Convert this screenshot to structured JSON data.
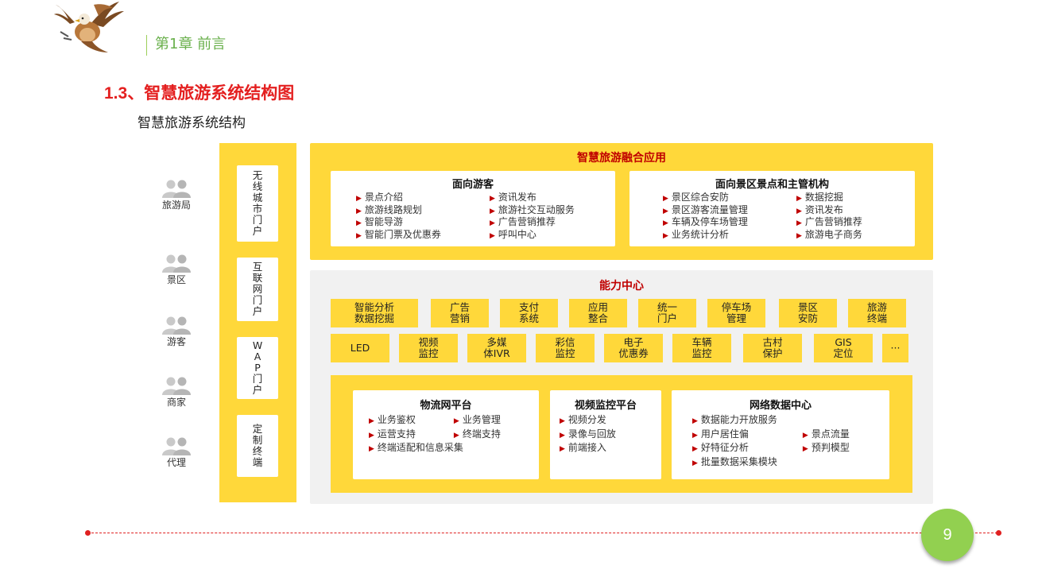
{
  "header": {
    "chapter": "第1章  前言",
    "section_title": "1.3、智慧旅游系统结构图",
    "diagram_title": "智慧旅游系统结构"
  },
  "roles": [
    "旅游局",
    "景区",
    "游客",
    "商家",
    "代理"
  ],
  "portals": [
    "无线城市门户",
    "互联网门户",
    "WAP门户",
    "定制终端"
  ],
  "fusion": {
    "title": "智慧旅游融合应用",
    "tourist": {
      "title": "面向游客",
      "col1": [
        "景点介绍",
        "旅游线路规划",
        "智能导游",
        "智能门票及优惠券"
      ],
      "col2": [
        "资讯发布",
        "旅游社交互动服务",
        "广告营销推荐",
        "呼叫中心"
      ]
    },
    "authority": {
      "title": "面向景区景点和主管机构",
      "col1": [
        "景区综合安防",
        "景区游客流量管理",
        "车辆及停车场管理",
        "业务统计分析"
      ],
      "col2": [
        "数据挖掘",
        "资讯发布",
        "广告营销推荐",
        "旅游电子商务"
      ]
    }
  },
  "capability": {
    "title": "能力中心",
    "row1": [
      "智能分析\n数据挖掘",
      "广告\n营销",
      "支付\n系统",
      "应用\n整合",
      "统一\n门户",
      "停车场\n管理",
      "景区\n安防",
      "旅游\n终端"
    ],
    "row2": [
      "LED",
      "视频\n监控",
      "多媒\n体IVR",
      "彩信\n监控",
      "电子\n优惠券",
      "车辆\n监控",
      "古村\n保护",
      "GIS\n定位",
      "···"
    ]
  },
  "platforms": {
    "iot": {
      "title": "物流网平台",
      "items": [
        "业务鉴权",
        "业务管理",
        "运营支持",
        "终端支持",
        "终端适配和信息采集"
      ]
    },
    "video": {
      "title": "视频监控平台",
      "items": [
        "视频分发",
        "录像与回放",
        "前端接入"
      ]
    },
    "datacenter": {
      "title": "网络数据中心",
      "items": [
        "数据能力开放服务",
        "用户居住偏",
        "景点流量",
        "好特征分析",
        "预判模型",
        "批量数据采集模块"
      ]
    }
  },
  "page_number": "9",
  "icons": {
    "logo": "eagle-logo",
    "role": "users-icon",
    "bullet": "triangle-right-icon"
  },
  "colors": {
    "accent_yellow": "#ffd83a",
    "title_red": "#e41f1f",
    "panel_title_red": "#c00000",
    "chapter_green": "#6ab04c",
    "page_circle": "#92d050"
  }
}
